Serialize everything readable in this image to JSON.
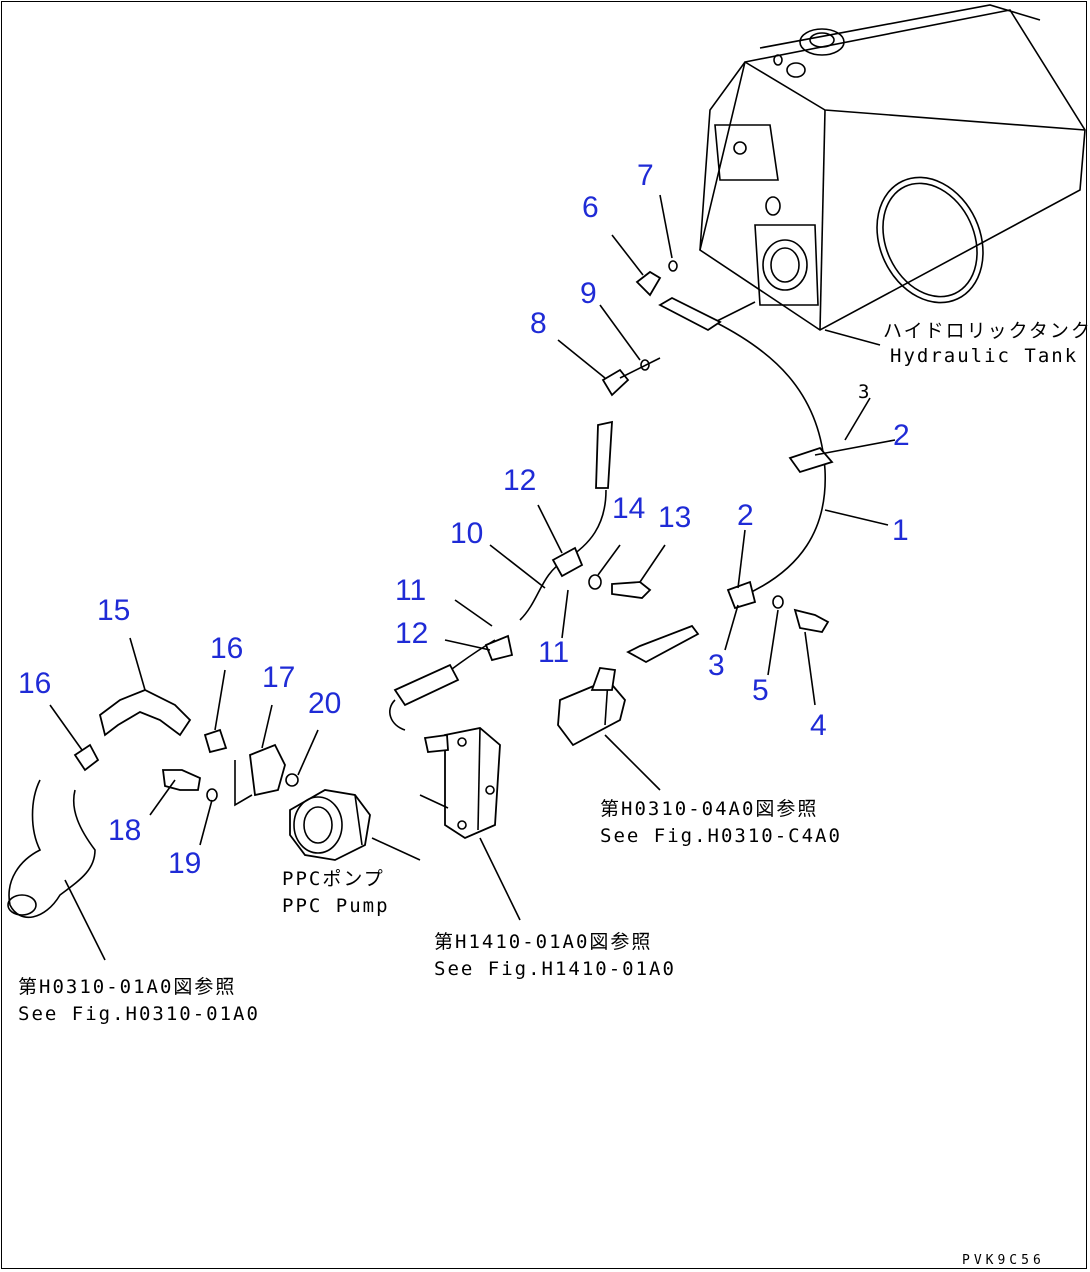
{
  "callouts": [
    "1",
    "2",
    "2",
    "3",
    "3",
    "4",
    "5",
    "6",
    "7",
    "8",
    "9",
    "10",
    "11",
    "11",
    "12",
    "12",
    "13",
    "14",
    "15",
    "16",
    "16",
    "17",
    "18",
    "19",
    "20"
  ],
  "labels": {
    "tank_jp": "ハイドロリックタンク",
    "tank_en": "Hydraulic Tank",
    "ref_h0310_04_jp": "第H0310-04A0図参照",
    "ref_h0310_04_en": "See Fig.H0310-C4A0",
    "pump_jp": "PPCポンプ",
    "pump_en": "PPC Pump",
    "ref_h1410_jp": "第H1410-01A0図参照",
    "ref_h1410_en": "See Fig.H1410-01A0",
    "ref_h0310_01_jp": "第H0310-01A0図参照",
    "ref_h0310_01_en": "See Fig.H0310-01A0",
    "drawing_code": "PVK9C56",
    "small_3": "3"
  },
  "colors": {
    "callout": "#1f2bd6",
    "line": "#000000",
    "background": "#ffffff"
  }
}
